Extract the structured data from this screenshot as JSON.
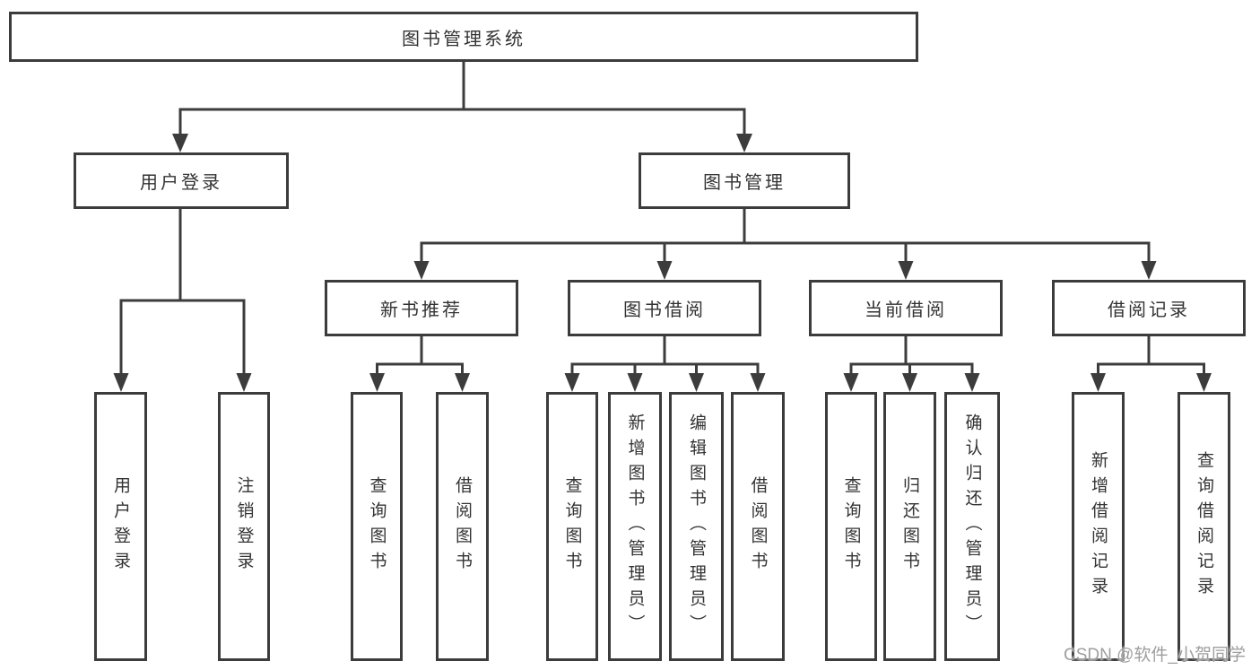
{
  "diagram": {
    "root": "图书管理系统",
    "children": [
      {
        "label": "用户登录",
        "children": [
          {
            "label": "用户登录"
          },
          {
            "label": "注销登录"
          }
        ]
      },
      {
        "label": "图书管理",
        "children": [
          {
            "label": "新书推荐",
            "children": [
              {
                "label": "查询图书"
              },
              {
                "label": "借阅图书"
              }
            ]
          },
          {
            "label": "图书借阅",
            "children": [
              {
                "label": "查询图书"
              },
              {
                "label": "新增图书（管理员）"
              },
              {
                "label": "编辑图书（管理员）"
              },
              {
                "label": "借阅图书"
              }
            ]
          },
          {
            "label": "当前借阅",
            "children": [
              {
                "label": "查询图书"
              },
              {
                "label": "归还图书"
              },
              {
                "label": "确认归还（管理员）"
              }
            ]
          },
          {
            "label": "借阅记录",
            "children": [
              {
                "label": "新增借阅记录"
              },
              {
                "label": "查询借阅记录"
              }
            ]
          }
        ]
      }
    ]
  },
  "watermark": "CSDN @软件_小贺同学",
  "colors": {
    "line": "#3c3c3c",
    "text": "#333333",
    "watermark": "#9e9e9e",
    "background": "#ffffff"
  }
}
